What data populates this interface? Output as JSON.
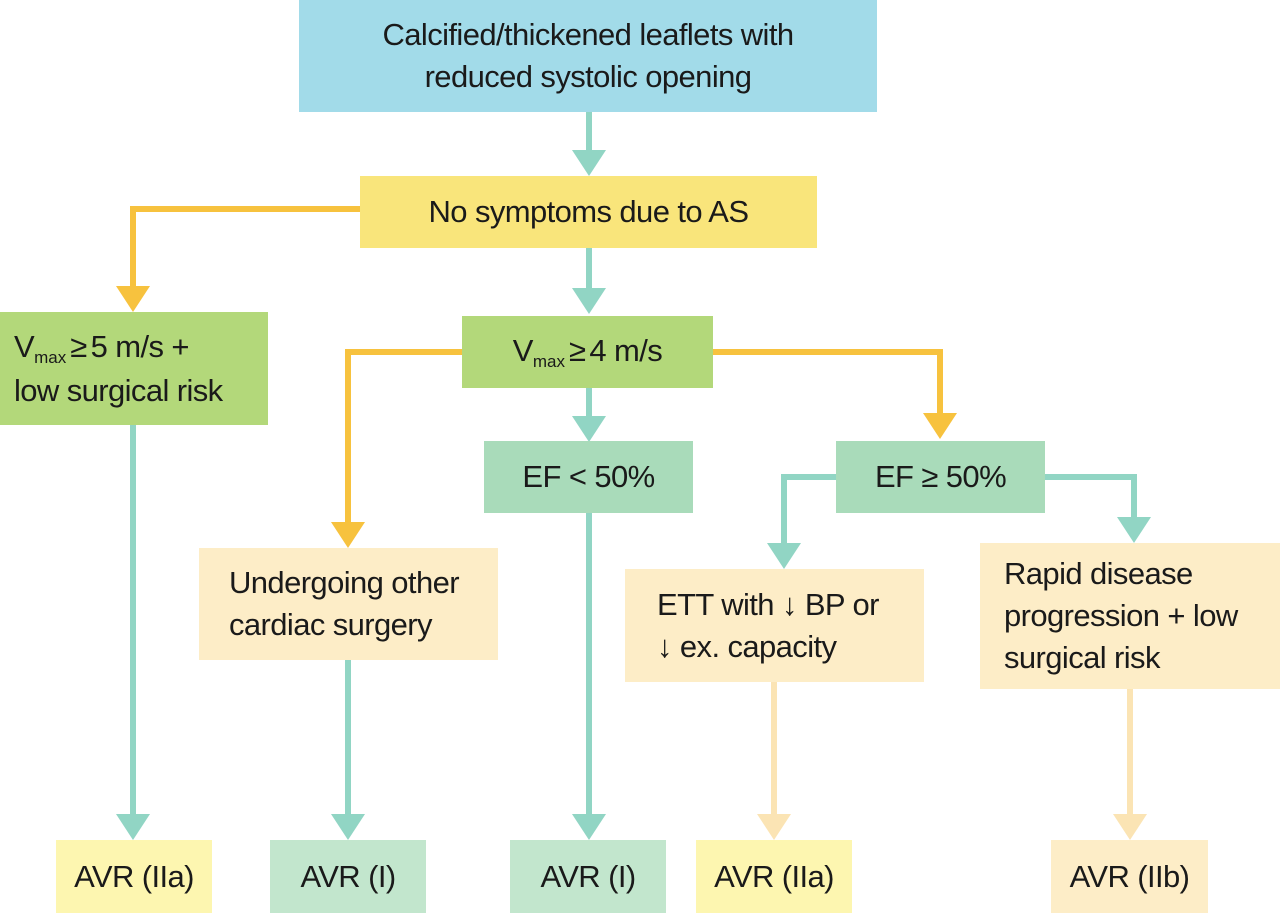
{
  "colors": {
    "blue": "#a2dbe9",
    "yellow": "#f9e57b",
    "green": "#b3d87a",
    "teal_box": "#a9dbba",
    "cream": "#fdedc7",
    "light_yellow": "#fdf6b0",
    "light_green": "#c2e6cd",
    "arrow_teal": "#91d5c4",
    "arrow_orange": "#f7c23e",
    "arrow_pale": "#fbe4b4"
  },
  "nodes": {
    "start": {
      "line1": "Calcified/thickened leaflets with",
      "line2": "reduced systolic opening"
    },
    "no_symptoms": {
      "text": "No symptoms due to AS"
    },
    "vmax5": {
      "v": "V",
      "sub": "max",
      "op": "≥",
      "rest": "5 m/s +",
      "line2": "low surgical risk"
    },
    "vmax4": {
      "v": "V",
      "sub": "max",
      "op": "≥",
      "rest": "4 m/s"
    },
    "ef_low": {
      "text": "EF < 50%"
    },
    "ef_high": {
      "text": "EF ≥ 50%"
    },
    "other_surgery": {
      "line1": "Undergoing other",
      "line2": "cardiac surgery"
    },
    "ett": {
      "line1": "ETT with ↓ BP or",
      "line2": "↓ ex. capacity"
    },
    "rapid": {
      "line1": "Rapid disease",
      "line2": "progression + low",
      "line3": "surgical risk"
    }
  },
  "outcomes": {
    "o1": "AVR (IIa)",
    "o2": "AVR (I)",
    "o3": "AVR (I)",
    "o4": "AVR (IIa)",
    "o5": "AVR (IIb)"
  }
}
